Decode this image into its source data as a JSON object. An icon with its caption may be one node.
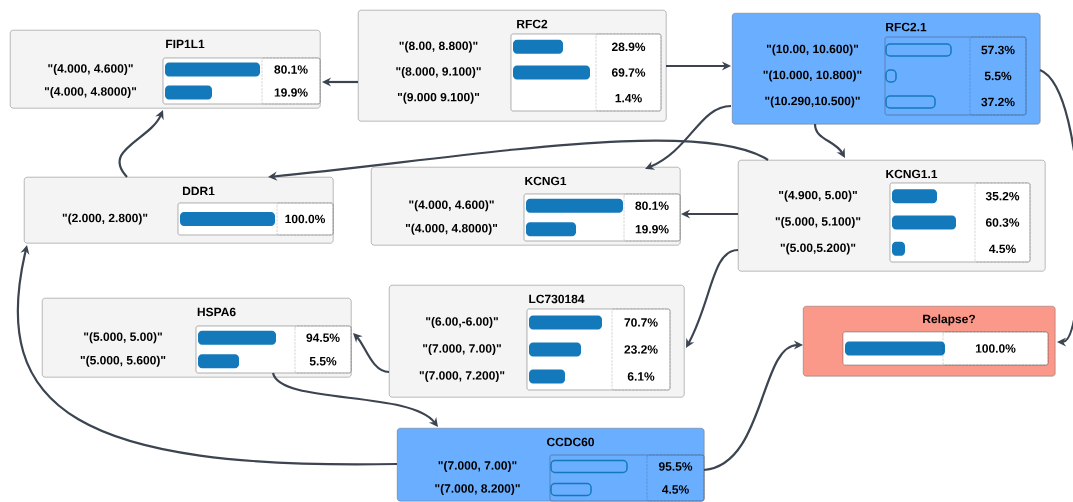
{
  "diagram": {
    "nodes": [
      {
        "text": [
          "FIP1L1",
          "\"(4.000, 4.600)\"",
          "\"(4.000, 4.8000)\"",
          "80.1%",
          "19.9%"
        ]
      },
      {
        "text": [
          "RFC2",
          "\"(8.00, 8.800)\"",
          "\"(8.000, 9.100)\"",
          "\"(9.000 9.100)\"",
          "28.9%",
          "69.7%",
          "1.4%"
        ]
      },
      {
        "text": [
          "RFC2.1",
          "\"(10.00, 10.600)\"",
          "\"(10.000, 10.800)\"",
          "\"(10.290,10.500)\"",
          "57.3%",
          "5.5%",
          "37.2%"
        ]
      },
      {
        "text": [
          "DDR1",
          "\"(2.000, 2.800)\"",
          "100.0%"
        ]
      },
      {
        "text": [
          "KCNG1",
          "\"(4.000, 4.600)\"",
          "\"(4.000, 4.8000)\"",
          "80.1%",
          "19.9%"
        ]
      },
      {
        "text": [
          "KCNG1.1",
          "\"(4.900, 5.00)\"",
          "\"(5.000, 5.100)\"",
          "\"(5.00,5.200)\"",
          "35.2%",
          "60.3%",
          "4.5%"
        ]
      },
      {
        "text": [
          "HSPA6",
          "\"(5.000, 5.00)\"",
          "\"(5.000, 5.600)\"",
          "94.5%",
          "5.5%"
        ]
      },
      {
        "text": [
          "LC730184",
          "\"(6.00,-6.00)\"",
          "\"(7.000, 7.00)\"",
          "\"(7.000, 7.200)\"",
          "70.7%",
          "23.2%",
          "6.1%"
        ]
      },
      {
        "text": [
          "Relapse?",
          "100.0%"
        ]
      },
      {
        "text": [
          "CCDC60",
          "\"(7.000, 7.00)\"",
          "\"(7.000, 8.200)\"",
          "95.5%",
          "4.5%"
        ]
      }
    ],
    "edges": [
      {
        "from": 1,
        "to": 0,
        "arrow": "to"
      },
      {
        "from": 1,
        "to": 2,
        "arrow": "to"
      },
      {
        "from": 3,
        "to": 0,
        "arrow": "to"
      },
      {
        "from": 2,
        "to": 4,
        "arrow": "to"
      },
      {
        "from": 2,
        "to": 5,
        "arrow": "to"
      },
      {
        "from": 5,
        "to": 3,
        "arrow": "to"
      },
      {
        "from": 5,
        "to": 4,
        "arrow": "to"
      },
      {
        "from": 5,
        "to": 7,
        "arrow": "to"
      },
      {
        "from": 7,
        "to": 6,
        "arrow": "to"
      },
      {
        "from": 6,
        "to": 9,
        "arrow": "to"
      },
      {
        "from": 9,
        "to": 3,
        "arrow": "to"
      },
      {
        "from": 9,
        "to": 8,
        "arrow": "to"
      },
      {
        "from": 2,
        "to": 8,
        "arrow": "to"
      }
    ]
  }
}
